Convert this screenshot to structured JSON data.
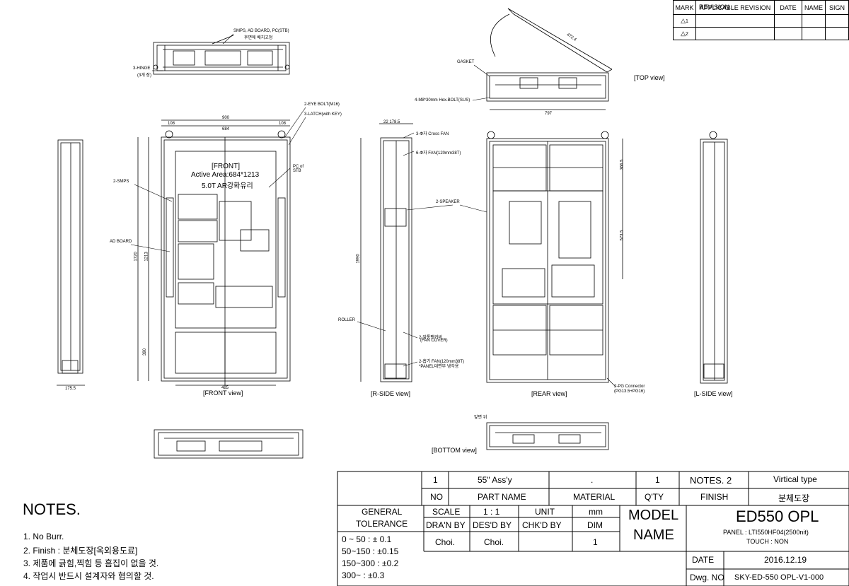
{
  "revision_table": {
    "headers": [
      "MARK",
      "REVISION",
      "APPLICABLE REVISION",
      "DATE",
      "NAME",
      "SIGN"
    ],
    "rows": [
      [
        "1",
        "",
        "",
        "",
        ""
      ],
      [
        "2",
        "",
        "",
        "",
        ""
      ]
    ]
  },
  "views": {
    "top": "[TOP  view]",
    "front": "[FRONT  view]",
    "r_side": "[R-SIDE  view]",
    "rear": "[REAR  view]",
    "l_side": "[L-SIDE  view]",
    "bottom": "[BOTTOM  view]"
  },
  "front_panel": {
    "line1": "[FRONT]",
    "line2": "Active  Area:684*1213",
    "line3": "5.0T  AR강화유리"
  },
  "callouts": {
    "smps_top": "SMPS, AD BOARD, PC(STB)",
    "smps_top_sub": "후면에 배치고정",
    "hinge": "3-HINGE",
    "hinge_sub": "(3개 장)",
    "eye_bolt": "2-EYE BOLT(M16)",
    "latch": "3-LATCH(with KEY)",
    "pc_stb": "PC of STB",
    "smps": "2-SMPS",
    "ad_board": "AD BOARD",
    "cross_fan": "3-Φ자 Cross  FAN",
    "fan_120": "6-Φ자 FAN(120mm38T)",
    "speaker": "2-SPEAKER",
    "roller": "ROLLER",
    "fan_cover": "2-앞통팬커버",
    "fan_cover_sub": "(FAN COVER)",
    "fan_bottom": "2-흡기 FAN(120mm38T)",
    "fan_bottom_sub": "*PANEL대면부 냉각용",
    "pg_connector": "2-PG Connector",
    "pg_connector_sub": "(PG13.5+PG16)",
    "gasket": "GASKET",
    "hex_bolt": "4-M8*30mm Hex.BOLT(SUS)",
    "bottom_label": "앞면 위"
  },
  "dimensions": {
    "front_width": "900",
    "front_inner": "684",
    "front_left": "108",
    "front_right": "108",
    "front_height": "1720",
    "front_active": "1213",
    "front_lower": "390",
    "front_bottom_width": "485",
    "side_depth": "175.5",
    "side_height": "1990",
    "side_top": "22  178.5",
    "top_depth": "797",
    "top_angle": "472.4",
    "rear_h1": "366.5",
    "rear_h2": "573.5"
  },
  "notes": {
    "title": "NOTES.",
    "items": [
      "1. No  Burr.",
      "2. Finish : 분체도장[옥외용도료]",
      "3. 제품에 긁힘,찍힘 등 흠집이 없을 것.",
      "4. 작업시 반드시 설계자와 협의할 것."
    ]
  },
  "title_block": {
    "part_row": {
      "no": "1",
      "part_name": "55\" Ass'y",
      "material": ".",
      "qty": "1",
      "notes": "NOTES. 2",
      "remark": "Virtical type"
    },
    "header_row": {
      "no": "NO",
      "part_name": "PART NAME",
      "material": "MATERIAL",
      "qty": "Q'TY",
      "finish": "FINISH",
      "finish_value": "분체도장"
    },
    "general_tolerance_1": "GENERAL",
    "general_tolerance_2": "TOLERANCE",
    "tolerances": [
      "0 ~ 50   : ± 0.1",
      "50~150   : ±0.15",
      "150~300 : ±0.2",
      "300~      : ±0.3"
    ],
    "scale_label": "SCALE",
    "scale_value": "1 : 1",
    "unit_label": "UNIT",
    "unit_value": "mm",
    "drawn_by_label": "DRA'N BY",
    "designed_by_label": "DES'D BY",
    "checked_by_label": "CHK'D BY",
    "dim_label": "DIM",
    "drawn_by": "Choi.",
    "designed_by": "Choi.",
    "checked_by": "",
    "dim_value": "1",
    "model_label_1": "MODEL",
    "model_label_2": "NAME",
    "model_name": "ED550 OPL",
    "panel": "PANEL : LTI550HF04(2500nit)",
    "touch": "TOUCH : NON",
    "date_label": "DATE",
    "date_value": "2016.12.19",
    "dwg_label": "Dwg. NO",
    "dwg_value": "SKY-ED-550 OPL-V1-000"
  }
}
